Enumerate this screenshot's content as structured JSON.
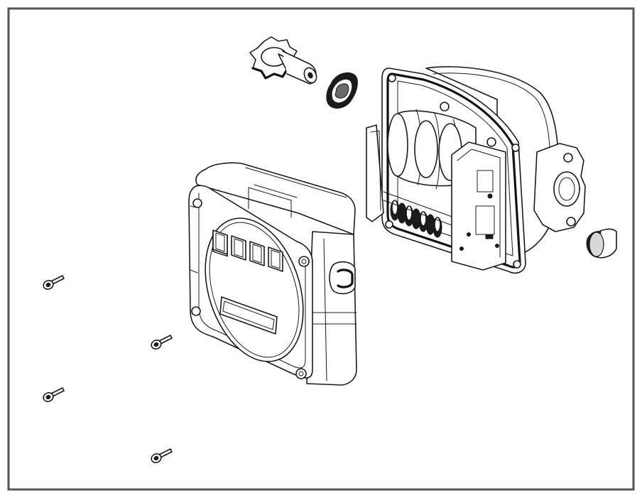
{
  "diagram": {
    "type": "exploded-assembly-line-drawing",
    "border_color": "#555555",
    "line_color": "#1a1a1a",
    "background_color": "#ffffff",
    "parts": [
      "star-knob",
      "knob-seal-gasket",
      "actuator-housing",
      "side-plug-cap",
      "display-cover",
      "cover-screw",
      "cover-screw",
      "cover-screw",
      "cover-screw"
    ]
  }
}
